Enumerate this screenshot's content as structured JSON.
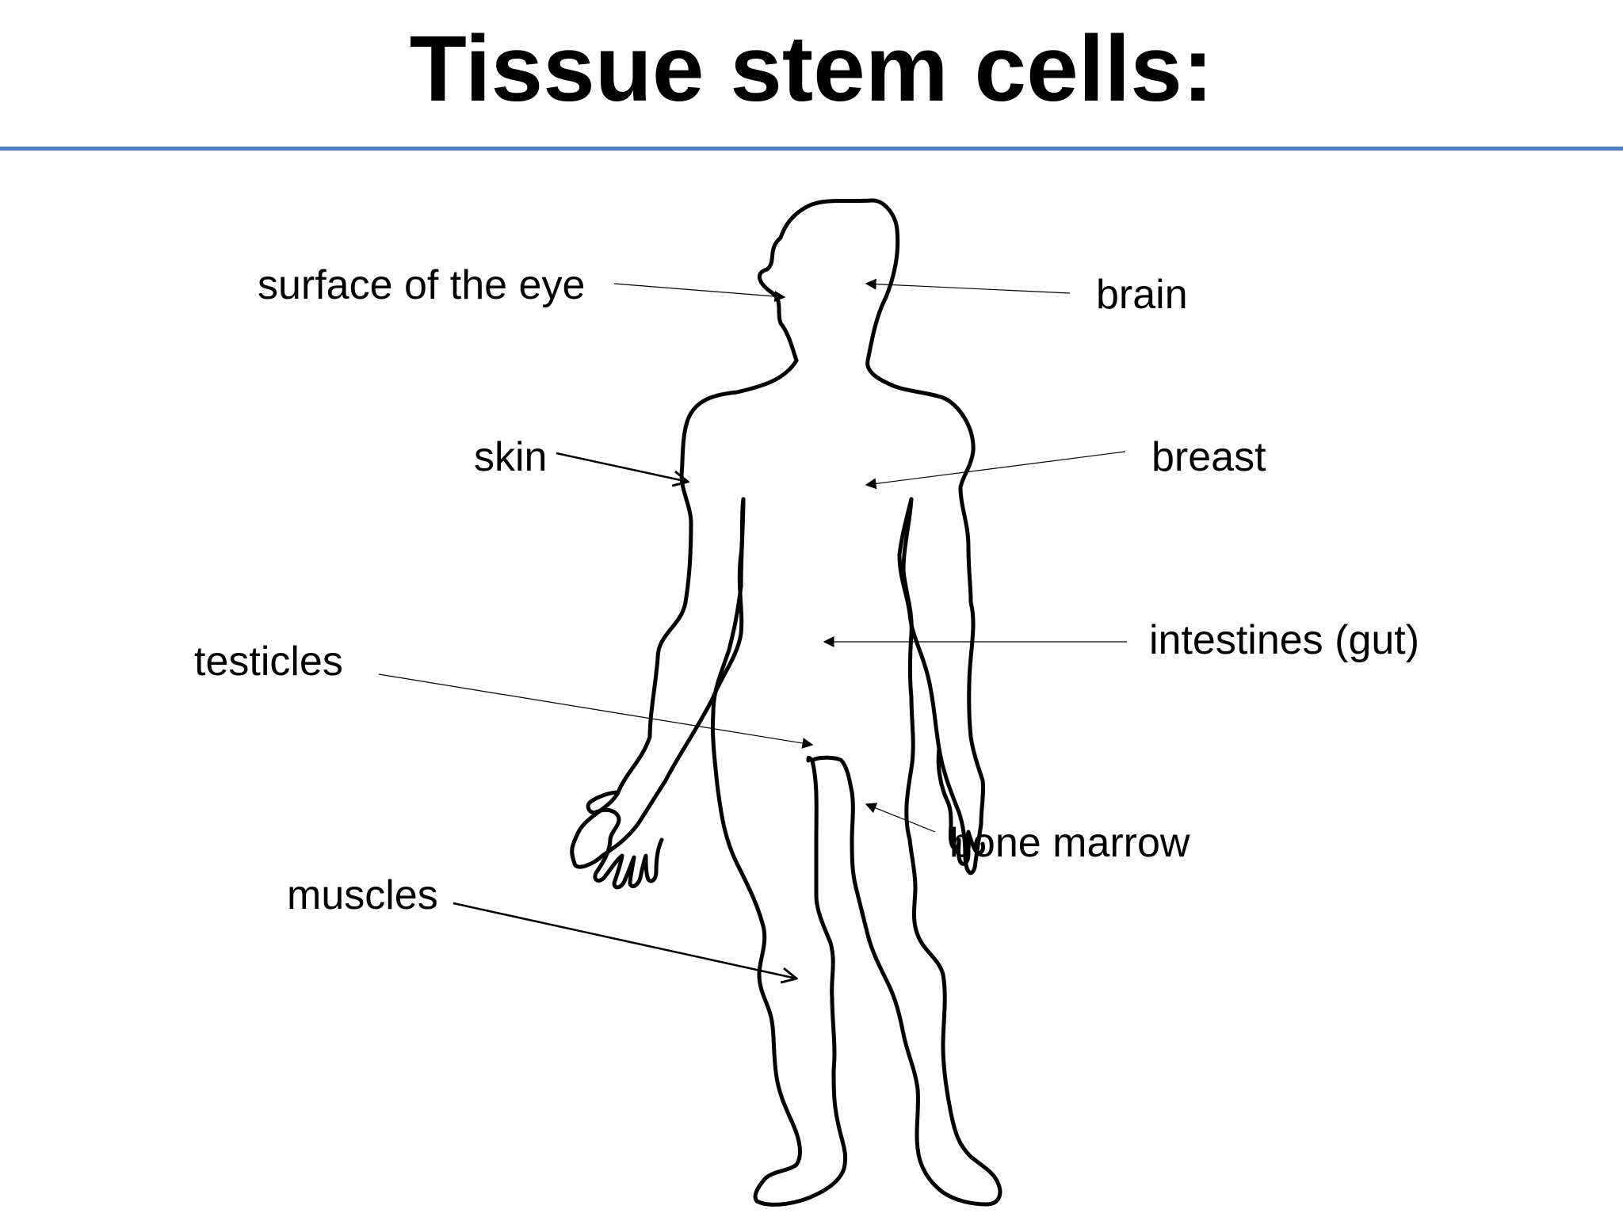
{
  "slide": {
    "title": "Tissue stem cells:",
    "accent_rule_color": "#4f7fc0"
  },
  "figure": {
    "subject": "human body outline",
    "labels": {
      "eye": "surface of the eye",
      "brain": "brain",
      "skin": "skin",
      "breast": "breast",
      "testicles": "testicles",
      "gut": "intestines (gut)",
      "bone_marrow": "bone marrow",
      "muscles": "muscles"
    }
  }
}
